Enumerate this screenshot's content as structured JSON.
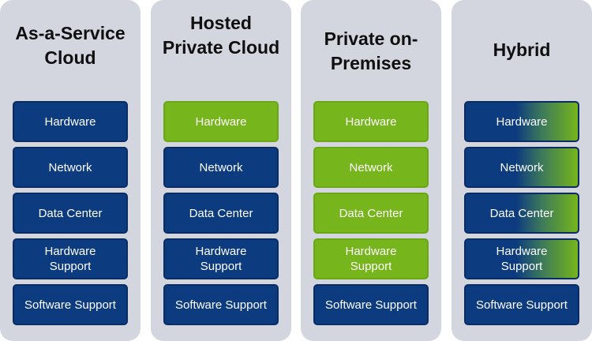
{
  "columns": [
    {
      "title": "As-a-Service\nCloud",
      "boxes": [
        {
          "label": "Hardware",
          "color": "blue"
        },
        {
          "label": "Network",
          "color": "blue"
        },
        {
          "label": "Data Center",
          "color": "blue"
        },
        {
          "label": "Hardware\nSupport",
          "color": "blue"
        },
        {
          "label": "Software Support",
          "color": "blue"
        }
      ]
    },
    {
      "title": "Hosted\nPrivate Cloud",
      "boxes": [
        {
          "label": "Hardware",
          "color": "green"
        },
        {
          "label": "Network",
          "color": "blue"
        },
        {
          "label": "Data Center",
          "color": "blue"
        },
        {
          "label": "Hardware\nSupport",
          "color": "blue"
        },
        {
          "label": "Software Support",
          "color": "blue"
        }
      ]
    },
    {
      "title": "Private on-\nPremises",
      "boxes": [
        {
          "label": "Hardware",
          "color": "green"
        },
        {
          "label": "Network",
          "color": "green"
        },
        {
          "label": "Data Center",
          "color": "green"
        },
        {
          "label": "Hardware\nSupport",
          "color": "green"
        },
        {
          "label": "Software Support",
          "color": "blue"
        }
      ]
    },
    {
      "title": "Hybrid",
      "boxes": [
        {
          "label": "Hardware",
          "color": "gradient"
        },
        {
          "label": "Network",
          "color": "gradient"
        },
        {
          "label": "Data Center",
          "color": "gradient"
        },
        {
          "label": "Hardware\nSupport",
          "color": "gradient"
        },
        {
          "label": "Software Support",
          "color": "blue"
        }
      ]
    }
  ],
  "colors": {
    "blue": "#0d3b80",
    "green": "#76b51b",
    "panel": "#d3d6de"
  }
}
